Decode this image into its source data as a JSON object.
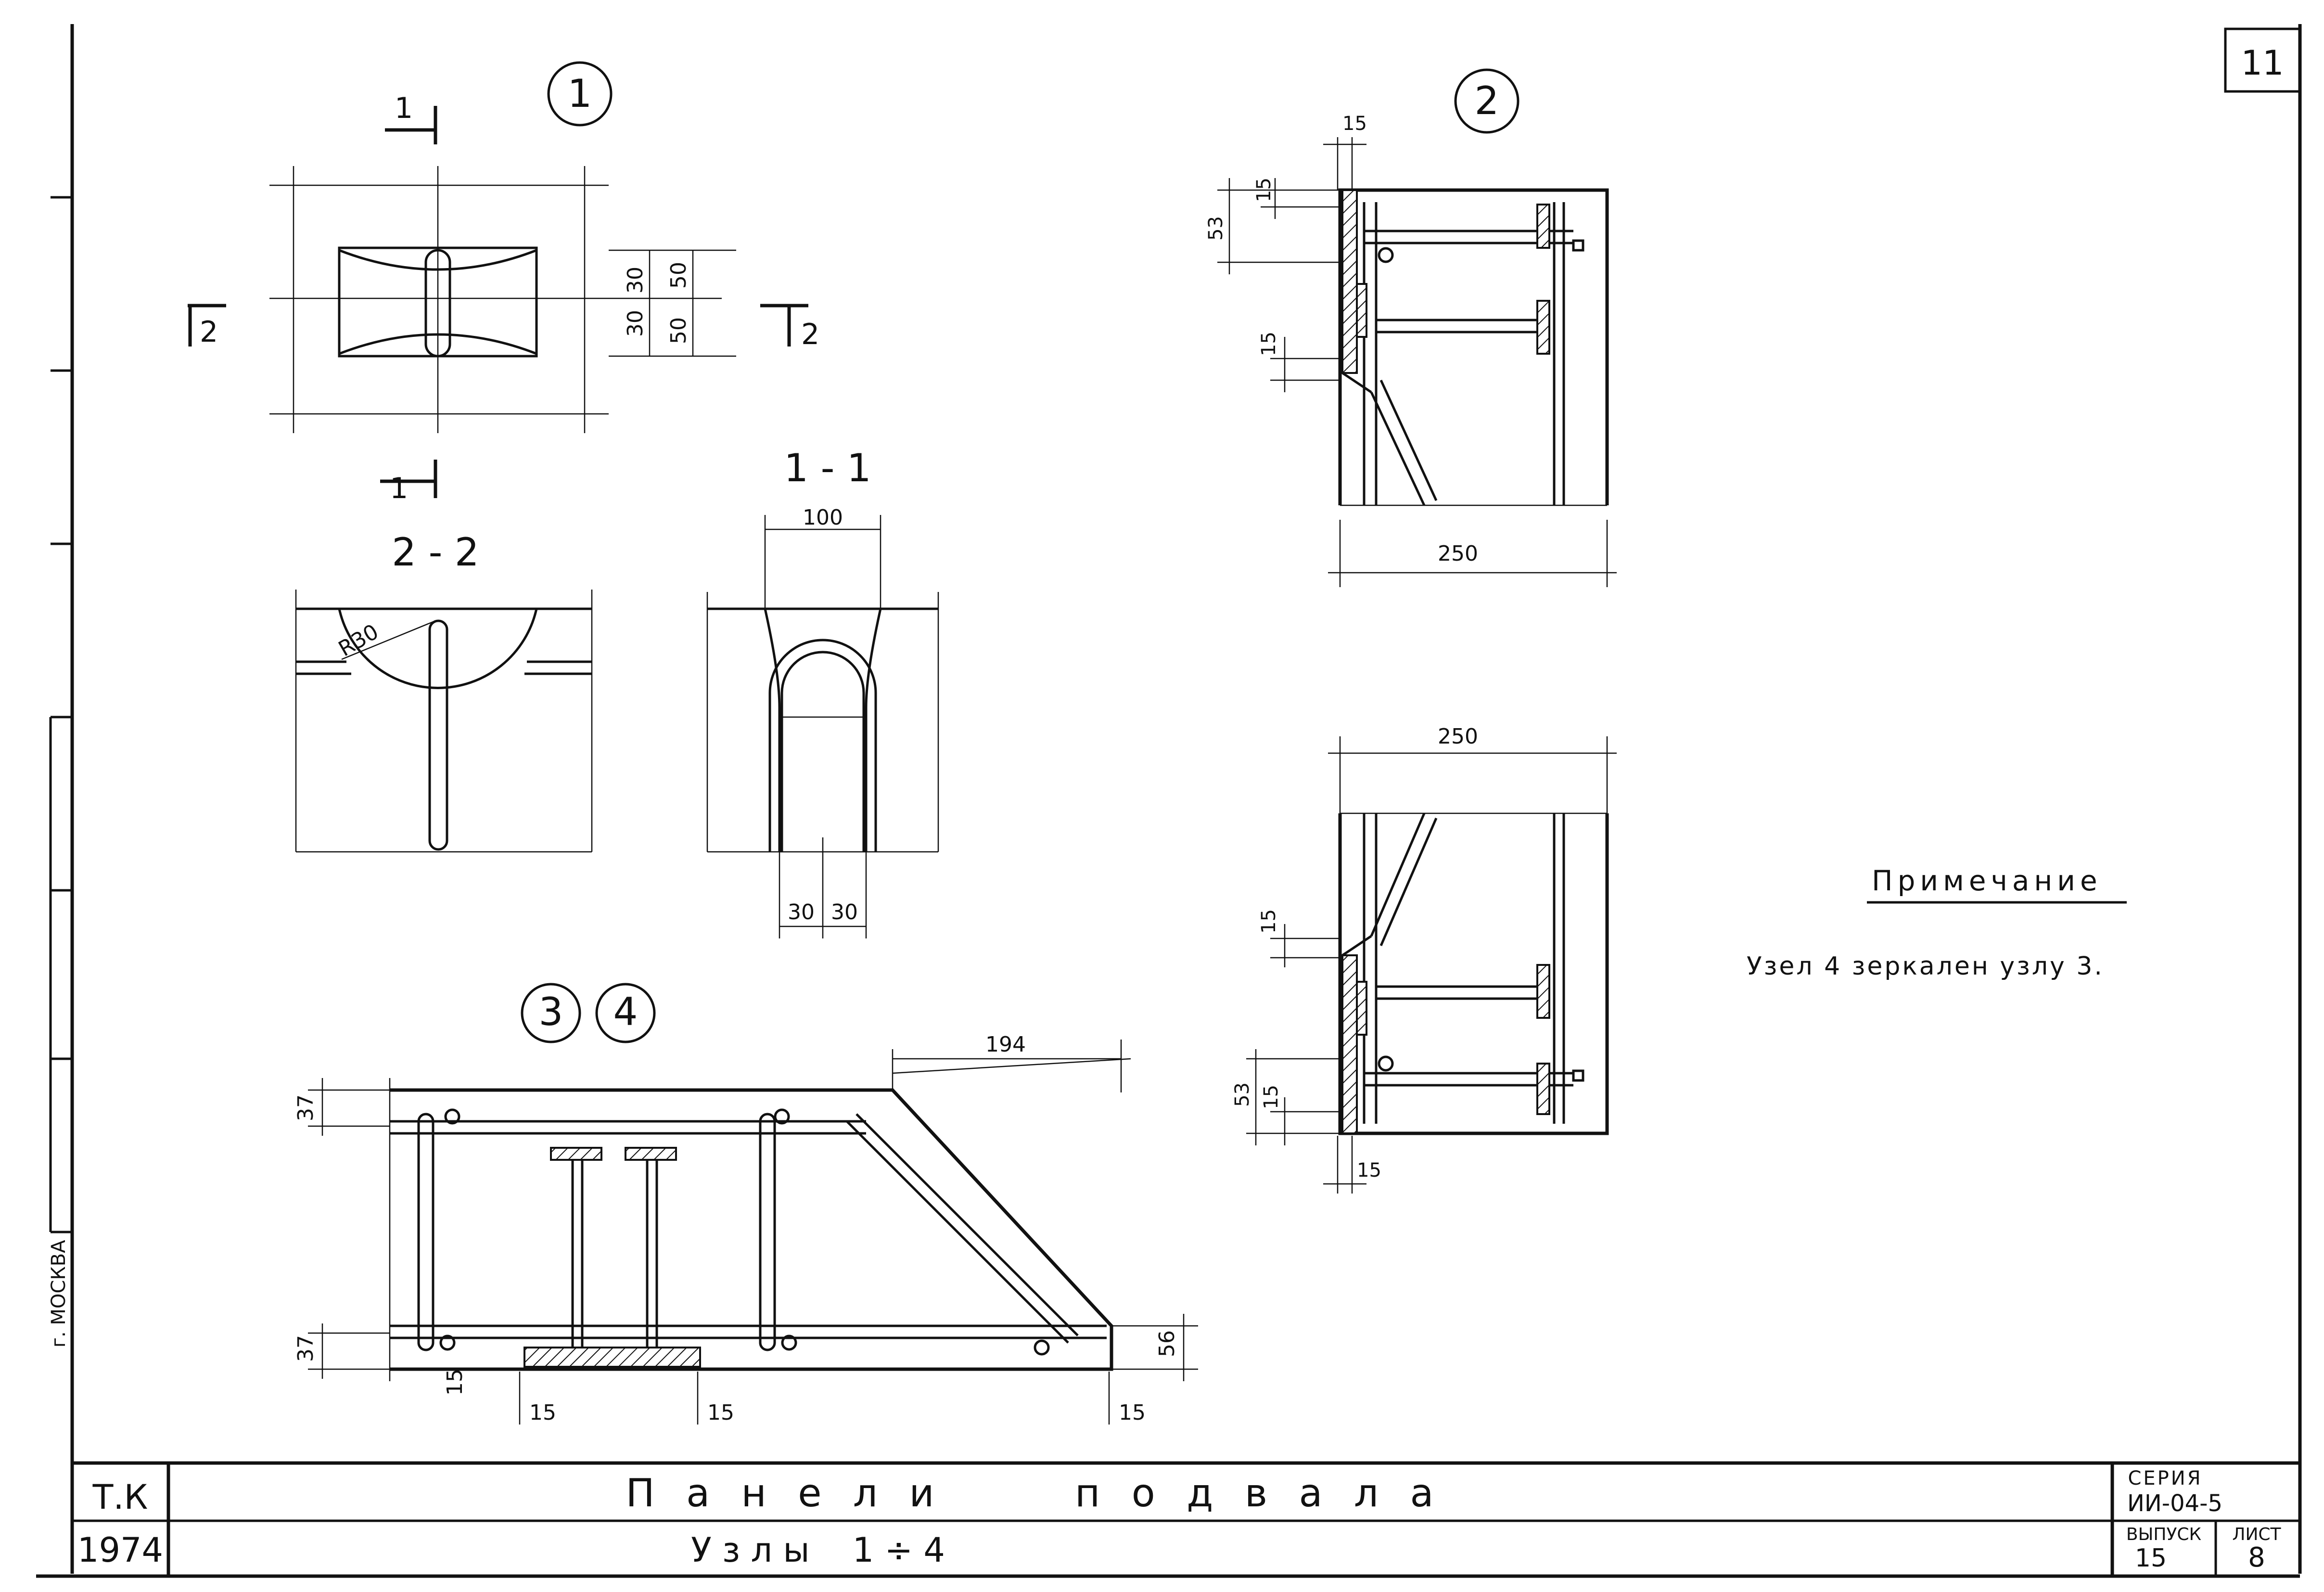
{
  "sheet": {
    "sheet_number": "11",
    "side_stamp": "г. МОСКВА"
  },
  "node1": {
    "callout": "1",
    "section_top": "1",
    "section_bottom": "1",
    "section_left": "2",
    "section_right": "2",
    "dims": [
      "30",
      "30",
      "50",
      "50"
    ]
  },
  "section22": {
    "title": "2 - 2",
    "radius": "R30"
  },
  "section11": {
    "title": "1 - 1",
    "dim_top": "100",
    "dims_bottom": [
      "30",
      "30"
    ]
  },
  "node34": {
    "callout_a": "3",
    "callout_b": "4",
    "dim_slope": "194",
    "dim_top": "37",
    "dim_bottom": "37",
    "dim_right": "56",
    "dims_base": [
      "15",
      "15",
      "15",
      "15"
    ]
  },
  "node2": {
    "callout": "2",
    "dims_left": [
      "15",
      "15",
      "53",
      "15"
    ],
    "dim_width": "250"
  },
  "node2b": {
    "dim_width": "250",
    "dims_left": [
      "15",
      "53",
      "15",
      "15"
    ]
  },
  "note": {
    "title": "Примечание",
    "text": "Узел 4 зеркален узлу 3."
  },
  "title_block": {
    "org": "Т.К",
    "year": "1974",
    "title": "П а н е л и      п о д в а л а",
    "subtitle": "У з л ы    1 ÷ 4",
    "series_label": "СЕРИЯ",
    "series_value": "ИИ-04-5",
    "issue_label": "ВЫПУСК",
    "issue_value": "15",
    "sheet_label": "ЛИСТ",
    "sheet_value": "8"
  }
}
